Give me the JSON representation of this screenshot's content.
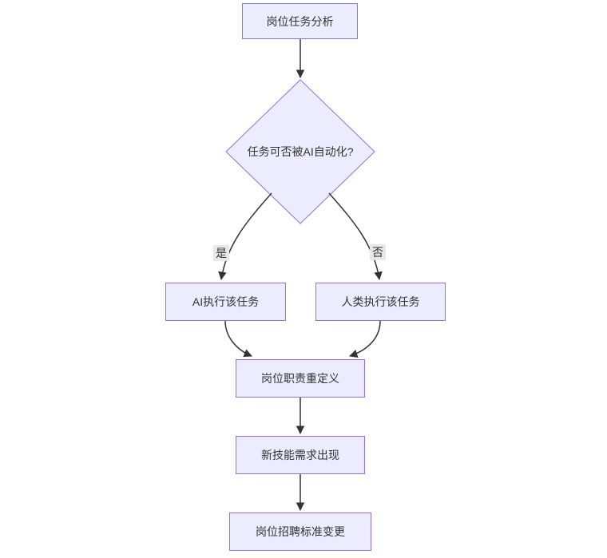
{
  "flowchart": {
    "nodes": {
      "task_analysis": "岗位任务分析",
      "decision": "任务可否被AI自动化?",
      "ai_executes": "AI执行该任务",
      "human_executes": "人类执行该任务",
      "redefine_duties": "岗位职责重定义",
      "new_skills": "新技能需求出现",
      "hiring_change": "岗位招聘标准变更"
    },
    "edge_labels": {
      "yes": "是",
      "no": "否"
    },
    "edges": [
      {
        "from": "task_analysis",
        "to": "decision",
        "label": ""
      },
      {
        "from": "decision",
        "to": "ai_executes",
        "label": "是"
      },
      {
        "from": "decision",
        "to": "human_executes",
        "label": "否"
      },
      {
        "from": "ai_executes",
        "to": "redefine_duties",
        "label": ""
      },
      {
        "from": "human_executes",
        "to": "redefine_duties",
        "label": ""
      },
      {
        "from": "redefine_duties",
        "to": "new_skills",
        "label": ""
      },
      {
        "from": "new_skills",
        "to": "hiring_change",
        "label": ""
      }
    ],
    "colors": {
      "node_fill": "#ECECFF",
      "node_border": "#9370DB",
      "edge": "#333333",
      "label_bg": "#e8e8e8",
      "text": "#333333"
    }
  }
}
